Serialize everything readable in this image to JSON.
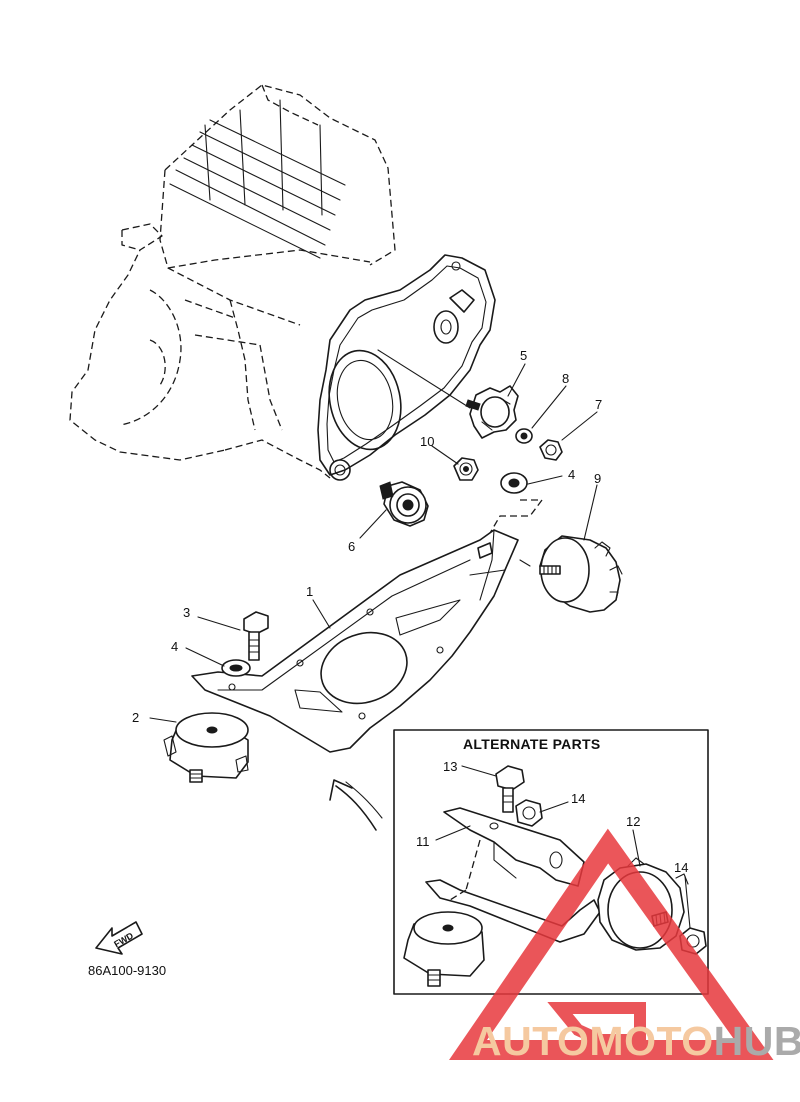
{
  "diagram": {
    "document_code": "86A100-9130",
    "direction_label": "FWD",
    "alternate_box_title": "ALTERNATE PARTS",
    "callouts": [
      {
        "id": "c1",
        "label": "1"
      },
      {
        "id": "c2",
        "label": "2"
      },
      {
        "id": "c3",
        "label": "3"
      },
      {
        "id": "c4a",
        "label": "4"
      },
      {
        "id": "c4b",
        "label": "4"
      },
      {
        "id": "c5",
        "label": "5"
      },
      {
        "id": "c6",
        "label": "6"
      },
      {
        "id": "c7",
        "label": "7"
      },
      {
        "id": "c8",
        "label": "8"
      },
      {
        "id": "c9",
        "label": "9"
      },
      {
        "id": "c10",
        "label": "10"
      },
      {
        "id": "c11",
        "label": "11"
      },
      {
        "id": "c12",
        "label": "12"
      },
      {
        "id": "c13",
        "label": "13"
      },
      {
        "id": "c14a",
        "label": "14"
      },
      {
        "id": "c14b",
        "label": "14"
      }
    ]
  },
  "watermark": {
    "part1": "AUTOMOTO",
    "part2": "HUB",
    "colors": {
      "part1": "#f5c9a0",
      "part2": "#aaaaaa",
      "triangle": "#e7383d"
    }
  }
}
